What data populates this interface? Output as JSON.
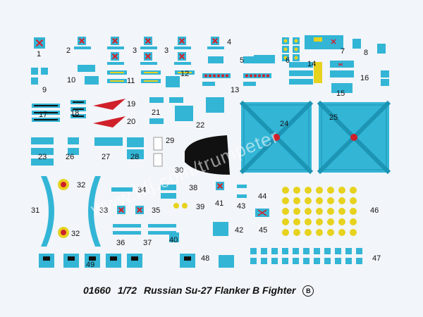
{
  "colors": {
    "decal": "#33b5d6",
    "decal_dark": "#1c94b4",
    "red": "#d0202a",
    "yellow": "#e7d21e",
    "green": "#2a8a5a",
    "black": "#111111"
  },
  "caption": {
    "code": "01660",
    "scale": "1/72",
    "title": "Russian Su-27 Flanker B Fighter",
    "badge": "B"
  },
  "watermark": "www.hlj.com/trumpeter",
  "labels": [
    "1",
    "2",
    "3",
    "3",
    "4",
    "5",
    "6",
    "7",
    "8",
    "9",
    "10",
    "11",
    "12",
    "13",
    "14",
    "15",
    "16",
    "17",
    "18",
    "19",
    "20",
    "21",
    "22",
    "23",
    "24",
    "25",
    "26",
    "27",
    "28",
    "29",
    "30",
    "31",
    "32",
    "32",
    "33",
    "34",
    "35",
    "36",
    "37",
    "38",
    "39",
    "40",
    "41",
    "42",
    "43",
    "44",
    "45",
    "46",
    "47",
    "48",
    "49"
  ]
}
